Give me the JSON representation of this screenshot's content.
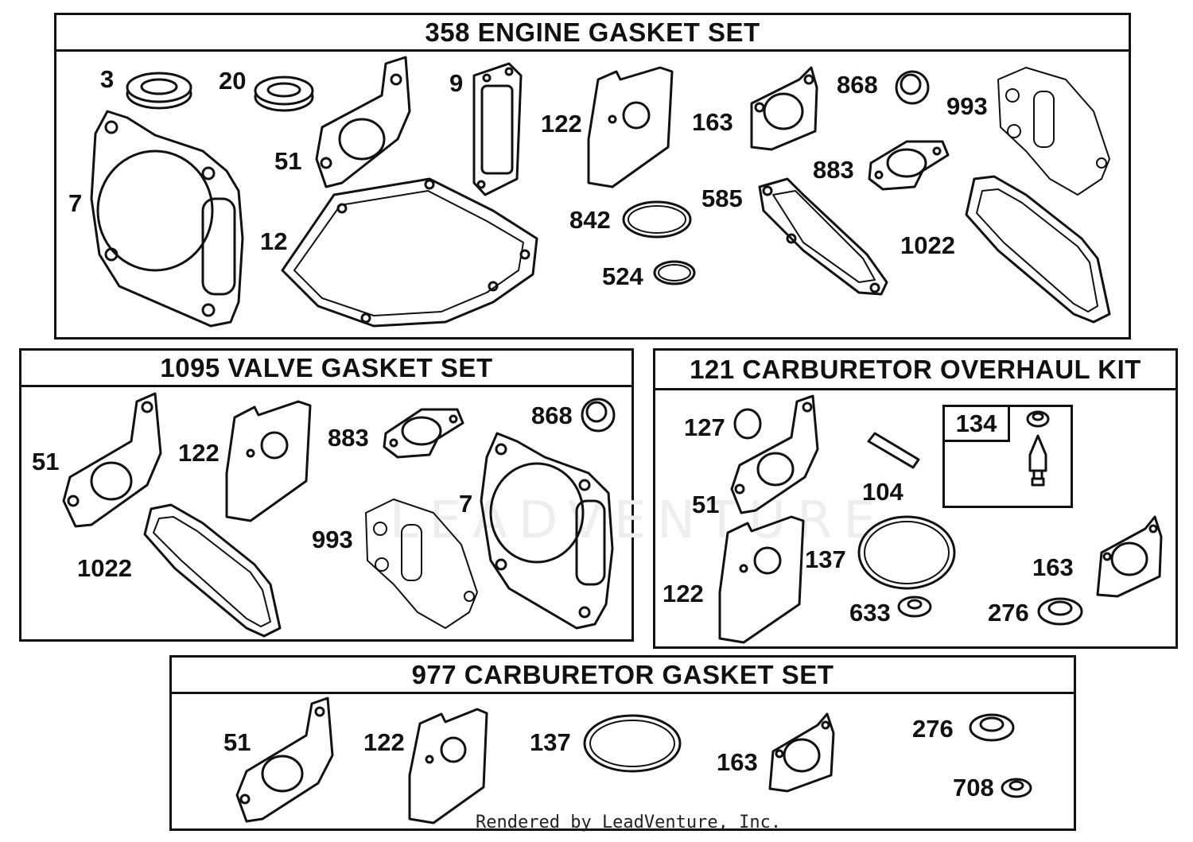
{
  "panels": {
    "engine": {
      "title": "358 ENGINE GASKET SET"
    },
    "valve": {
      "title": "1095 VALVE GASKET SET"
    },
    "carb_overhaul": {
      "title": "121 CARBURETOR OVERHAUL KIT"
    },
    "carb_gasket": {
      "title": "977 CARBURETOR  GASKET SET"
    }
  },
  "labels": {
    "engine": [
      "3",
      "20",
      "9",
      "122",
      "163",
      "868",
      "993",
      "7",
      "51",
      "12",
      "842",
      "585",
      "883",
      "1022",
      "524"
    ],
    "valve": [
      "51",
      "122",
      "883",
      "868",
      "1022",
      "993",
      "7"
    ],
    "carb_overhaul": [
      "127",
      "104",
      "134",
      "51",
      "137",
      "163",
      "122",
      "633",
      "276"
    ],
    "carb_gasket": [
      "51",
      "122",
      "137",
      "163",
      "276",
      "708"
    ]
  },
  "watermark": "LEADVENTURE",
  "footer": "Rendered by LeadVenture, Inc."
}
